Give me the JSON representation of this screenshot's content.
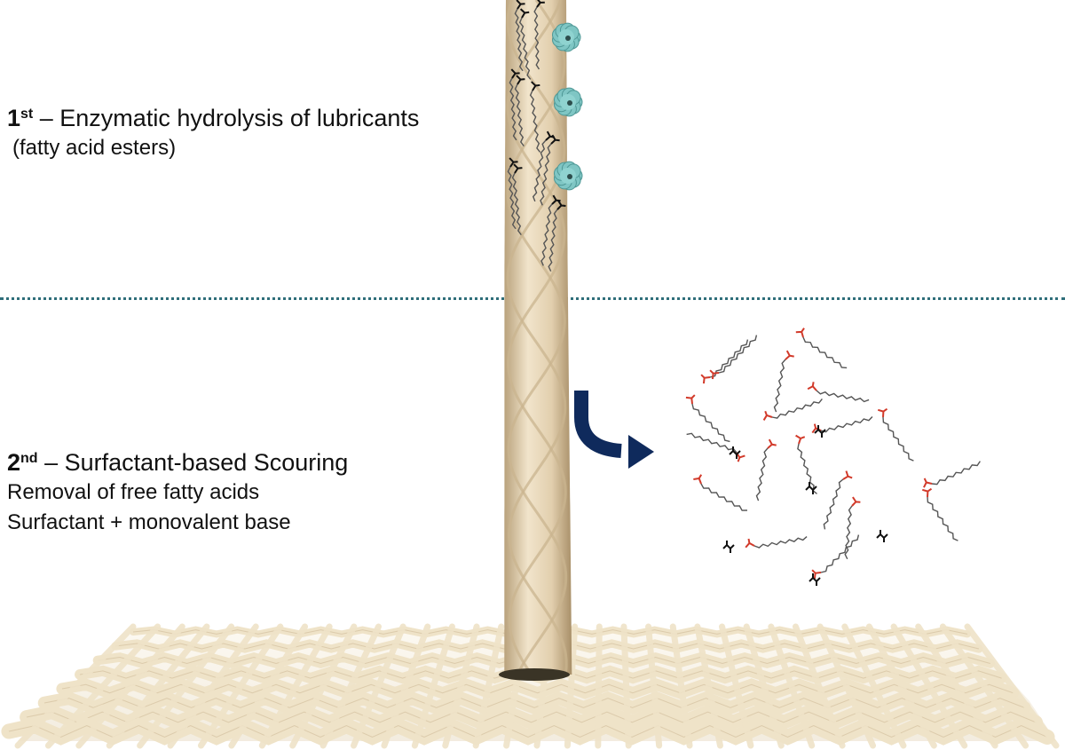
{
  "step1": {
    "num": "1",
    "suffix": "st",
    "title": " – Enzymatic hydrolysis of lubricants",
    "subtitle": "(fatty acid esters)"
  },
  "step2": {
    "num": "2",
    "suffix": "nd",
    "title": " – Surfactant-based Scouring",
    "lines": [
      "Removal of free fatty acids",
      "Surfactant + monovalent base"
    ]
  },
  "colors": {
    "yarn": "#e6d5b8",
    "yarn_shade": "#c9b48f",
    "fabric": "#efe3c8",
    "enzyme": "#7fc6c4",
    "arrow": "#0f2a5c",
    "divider": "#2f6e7a",
    "molecule": "#555555",
    "ester_head": "#111111",
    "acid_head": "#d23a2a"
  },
  "icons": {
    "enzyme": "enzyme-icon",
    "arrow": "curved-arrow-icon",
    "fatty_acid": "fatty-acid-molecule-icon",
    "glycerol": "glycerol-molecule-icon"
  }
}
